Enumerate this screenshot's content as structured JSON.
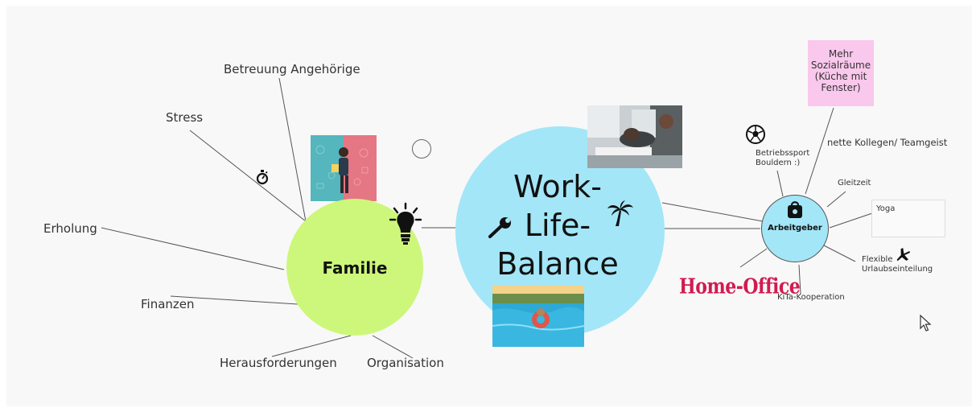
{
  "center": {
    "lines": [
      "Work-",
      "Life-",
      "Balance"
    ],
    "color": "#a3e6f7"
  },
  "familie": {
    "title": "Familie",
    "color": "#cdf77a"
  },
  "arbeitgeber": {
    "title": "Arbeitgeber",
    "color": "#a3e6f7"
  },
  "familie_branches": {
    "betreuung": "Betreuung Angehörige",
    "stress": "Stress",
    "erholung": "Erholung",
    "finanzen": "Finanzen",
    "herausforderungen": "Herausforderungen",
    "organisation": "Organisation"
  },
  "arbeitgeber_branches": {
    "betriebssport": [
      "Betriebssport",
      "Bouldern :)"
    ],
    "kollegen": "nette Kollegen/ Teamgeist",
    "gleitzeit": "Gleitzeit",
    "yoga": "Yoga",
    "flexible": [
      "Flexible",
      "Urlaubseinteilung"
    ],
    "kita": "KiTa-Kooperation",
    "home_office": "Home-Office"
  },
  "note": {
    "lines": [
      "Mehr",
      "Sozialräume",
      "(Küche mit",
      "Fenster)"
    ],
    "color": "#f9c8ec"
  },
  "icons": [
    "lightbulb-icon",
    "wrench-icon",
    "palm-tree-icon",
    "stopwatch-icon",
    "soccer-ball-icon",
    "bag-icon",
    "airplane-icon",
    "cursor-icon"
  ]
}
